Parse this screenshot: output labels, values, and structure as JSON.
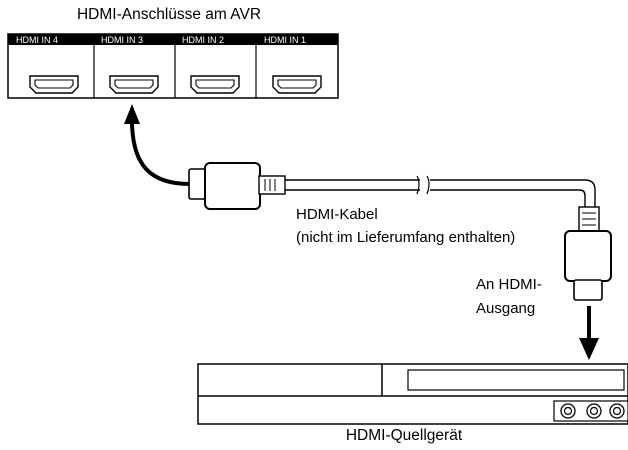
{
  "title": "HDMI-Anschlüsse am AVR",
  "ports": [
    {
      "brand": "HDMI",
      "label": "IN 4"
    },
    {
      "brand": "HDMI",
      "label": "IN 3"
    },
    {
      "brand": "HDMI",
      "label": "IN 2"
    },
    {
      "brand": "HDMI",
      "label": "IN 1"
    }
  ],
  "cable": {
    "label": "HDMI-Kabel",
    "note": "(nicht im Lieferumfang enthalten)"
  },
  "output": {
    "line1": "An HDMI-",
    "line2": "Ausgang"
  },
  "source_device": "HDMI-Quellgerät"
}
